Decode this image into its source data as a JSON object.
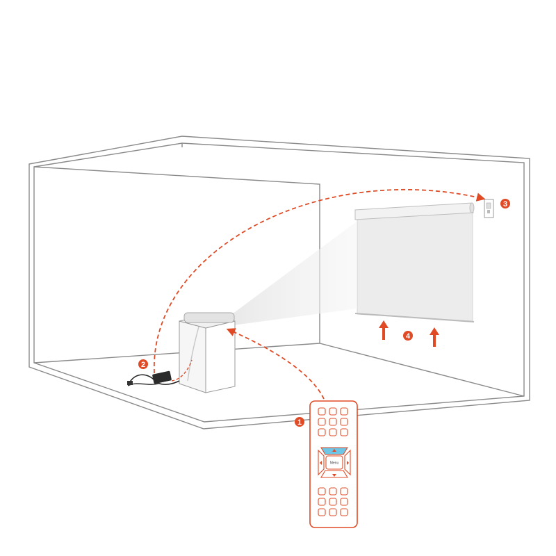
{
  "steps": [
    {
      "number": "1",
      "target": "remote-control"
    },
    {
      "number": "2",
      "target": "power-adapter"
    },
    {
      "number": "3",
      "target": "wall-receiver"
    },
    {
      "number": "4",
      "target": "screen-raise"
    }
  ],
  "remote": {
    "menu_label": "Menu"
  },
  "colors": {
    "accent": "#e04a25",
    "room_line": "#8a8a8a",
    "highlight": "#6ec6e6",
    "screen": "#ececec"
  }
}
